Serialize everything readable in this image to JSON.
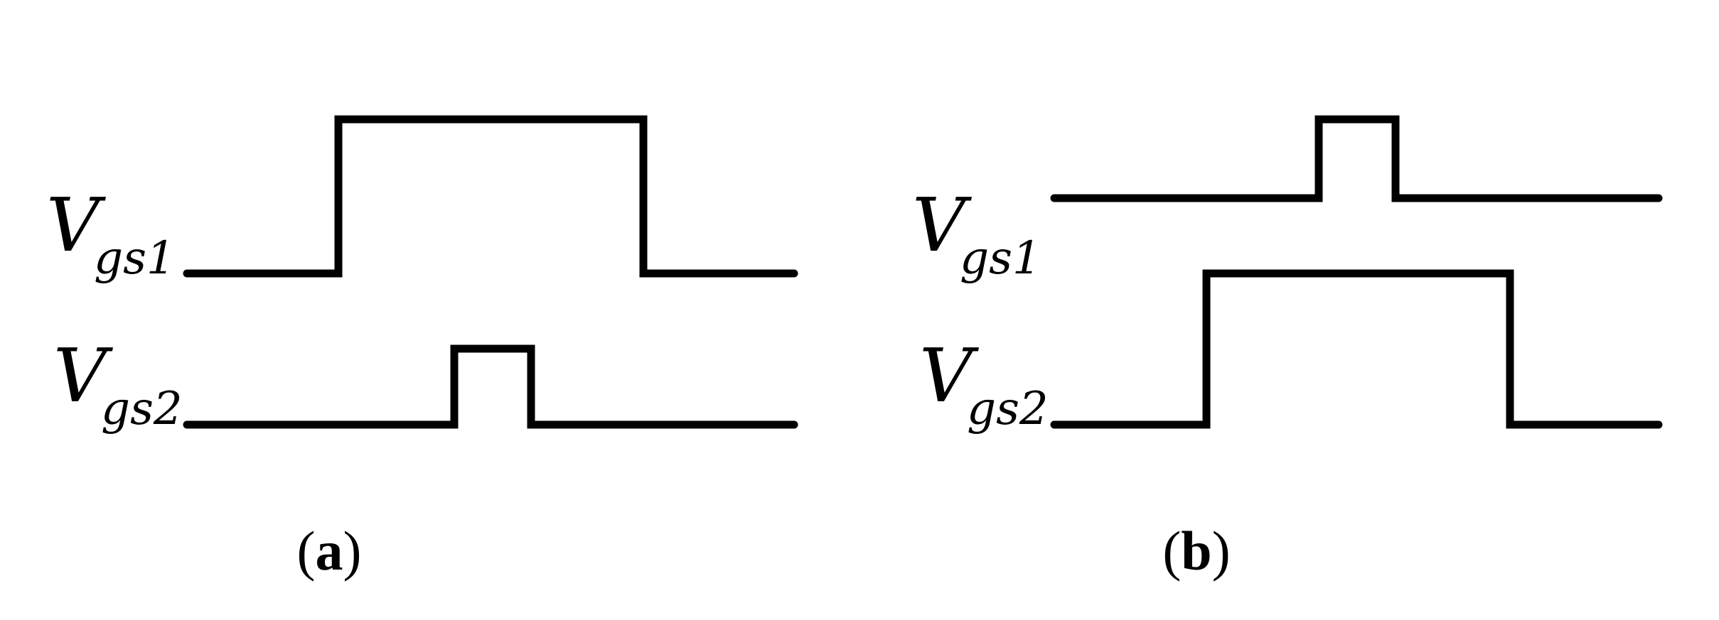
{
  "panels": [
    {
      "caption_open": "(",
      "caption_letter": "a",
      "caption_close": ")",
      "signal_1": {
        "main": "V",
        "sub": "gs1"
      },
      "signal_2": {
        "main": "V",
        "sub": "gs2"
      }
    },
    {
      "caption_open": "(",
      "caption_letter": "b",
      "caption_close": ")",
      "signal_1": {
        "main": "V",
        "sub": "gs1"
      },
      "signal_2": {
        "main": "V",
        "sub": "gs2"
      }
    }
  ],
  "colors": {
    "line": "#000000",
    "background": "#ffffff"
  }
}
